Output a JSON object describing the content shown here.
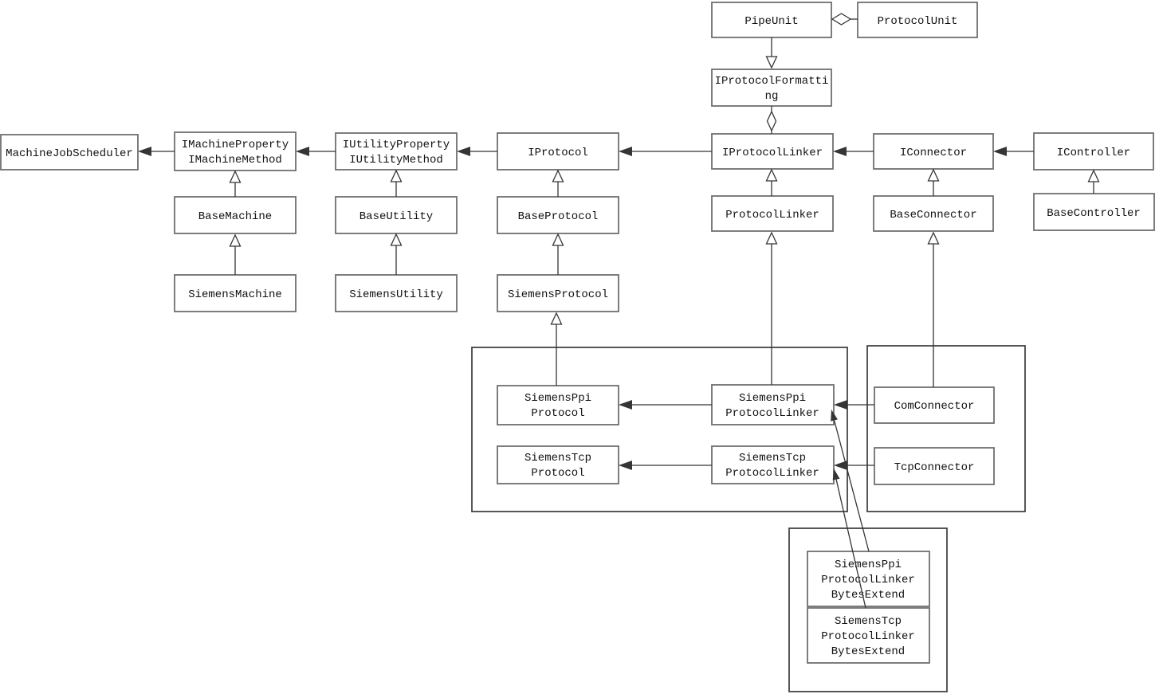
{
  "diagram_type": "uml-class-diagram",
  "colors": {
    "background": "#ffffff",
    "box_border": "#6f6f6f",
    "group_border": "#3a3a3a",
    "line": "#353535",
    "text": "#111111"
  },
  "classes": {
    "pipe_unit": {
      "lines": [
        "PipeUnit"
      ]
    },
    "protocol_unit": {
      "lines": [
        "ProtocolUnit"
      ]
    },
    "iprotocol_formatting": {
      "lines": [
        "IProtocolFormatti",
        "ng"
      ]
    },
    "machine_job_scheduler": {
      "lines": [
        "MachineJobScheduler"
      ]
    },
    "imachine": {
      "lines": [
        "IMachineProperty",
        "IMachineMethod"
      ]
    },
    "iutility": {
      "lines": [
        "IUtilityProperty",
        "IUtilityMethod"
      ]
    },
    "iprotocol": {
      "lines": [
        "IProtocol"
      ]
    },
    "iprotocol_linker": {
      "lines": [
        "IProtocolLinker"
      ]
    },
    "iconnector": {
      "lines": [
        "IConnector"
      ]
    },
    "icontroller": {
      "lines": [
        "IController"
      ]
    },
    "base_machine": {
      "lines": [
        "BaseMachine"
      ]
    },
    "base_utility": {
      "lines": [
        "BaseUtility"
      ]
    },
    "base_protocol": {
      "lines": [
        "BaseProtocol"
      ]
    },
    "protocol_linker": {
      "lines": [
        "ProtocolLinker"
      ]
    },
    "base_connector": {
      "lines": [
        "BaseConnector"
      ]
    },
    "base_controller": {
      "lines": [
        "BaseController"
      ]
    },
    "siemens_machine": {
      "lines": [
        "SiemensMachine"
      ]
    },
    "siemens_utility": {
      "lines": [
        "SiemensUtility"
      ]
    },
    "siemens_protocol": {
      "lines": [
        "SiemensProtocol"
      ]
    },
    "siemens_ppi_protocol": {
      "lines": [
        "SiemensPpi",
        "Protocol"
      ]
    },
    "siemens_tcp_protocol": {
      "lines": [
        "SiemensTcp",
        "Protocol"
      ]
    },
    "siemens_ppi_protocol_linker": {
      "lines": [
        "SiemensPpi",
        "ProtocolLinker"
      ]
    },
    "siemens_tcp_protocol_linker": {
      "lines": [
        "SiemensTcp",
        "ProtocolLinker"
      ]
    },
    "com_connector": {
      "lines": [
        "ComConnector"
      ]
    },
    "tcp_connector": {
      "lines": [
        "TcpConnector"
      ]
    },
    "ppi_bytes_extend": {
      "lines": [
        "SiemensPpi",
        "ProtocolLinker",
        "BytesExtend"
      ]
    },
    "tcp_bytes_extend": {
      "lines": [
        "SiemensTcp",
        "ProtocolLinker",
        "BytesExtend"
      ]
    }
  },
  "relationships": [
    {
      "from": "PipeUnit",
      "to": "ProtocolUnit",
      "type": "aggregation",
      "marker": "hollow-diamond-at-PipeUnit"
    },
    {
      "from": "PipeUnit",
      "to": "IProtocolFormatting",
      "type": "generalization",
      "marker": "hollow-triangle-at-IProtocolFormatting"
    },
    {
      "from": "IProtocolFormatting",
      "to": "IProtocolLinker",
      "type": "aggregation",
      "marker": "hollow-diamond-at-IProtocolFormatting"
    },
    {
      "from": "IMachineProperty/IMachineMethod",
      "to": "MachineJobScheduler",
      "type": "directed-association"
    },
    {
      "from": "IUtilityProperty/IUtilityMethod",
      "to": "IMachineProperty/IMachineMethod",
      "type": "directed-association"
    },
    {
      "from": "IProtocol",
      "to": "IUtilityProperty/IUtilityMethod",
      "type": "directed-association"
    },
    {
      "from": "IProtocolLinker",
      "to": "IProtocol",
      "type": "directed-association"
    },
    {
      "from": "IConnector",
      "to": "IProtocolLinker",
      "type": "directed-association"
    },
    {
      "from": "IController",
      "to": "IConnector",
      "type": "directed-association"
    },
    {
      "from": "BaseMachine",
      "to": "IMachineProperty/IMachineMethod",
      "type": "generalization"
    },
    {
      "from": "SiemensMachine",
      "to": "BaseMachine",
      "type": "generalization"
    },
    {
      "from": "BaseUtility",
      "to": "IUtilityProperty/IUtilityMethod",
      "type": "generalization"
    },
    {
      "from": "SiemensUtility",
      "to": "BaseUtility",
      "type": "generalization"
    },
    {
      "from": "BaseProtocol",
      "to": "IProtocol",
      "type": "generalization"
    },
    {
      "from": "SiemensProtocol",
      "to": "BaseProtocol",
      "type": "generalization"
    },
    {
      "from": "SiemensPpiProtocol",
      "to": "SiemensProtocol",
      "type": "generalization"
    },
    {
      "from": "ProtocolLinker",
      "to": "IProtocolLinker",
      "type": "generalization"
    },
    {
      "from": "SiemensPpiProtocolLinker",
      "to": "ProtocolLinker",
      "type": "generalization"
    },
    {
      "from": "BaseConnector",
      "to": "IConnector",
      "type": "generalization"
    },
    {
      "from": "ComConnector",
      "to": "BaseConnector",
      "type": "generalization"
    },
    {
      "from": "BaseController",
      "to": "IController",
      "type": "generalization"
    },
    {
      "from": "SiemensPpiProtocolLinker",
      "to": "SiemensPpiProtocol",
      "type": "directed-association"
    },
    {
      "from": "SiemensTcpProtocolLinker",
      "to": "SiemensTcpProtocol",
      "type": "directed-association"
    },
    {
      "from": "ComConnector",
      "to": "SiemensPpiProtocolLinker",
      "type": "directed-association"
    },
    {
      "from": "TcpConnector",
      "to": "SiemensTcpProtocolLinker",
      "type": "directed-association"
    },
    {
      "from": "SiemensPpiProtocolLinkerBytesExtend",
      "to": "SiemensPpiProtocolLinker",
      "type": "directed-association"
    },
    {
      "from": "SiemensTcpProtocolLinkerBytesExtend",
      "to": "SiemensTcpProtocolLinker",
      "type": "directed-association"
    }
  ]
}
